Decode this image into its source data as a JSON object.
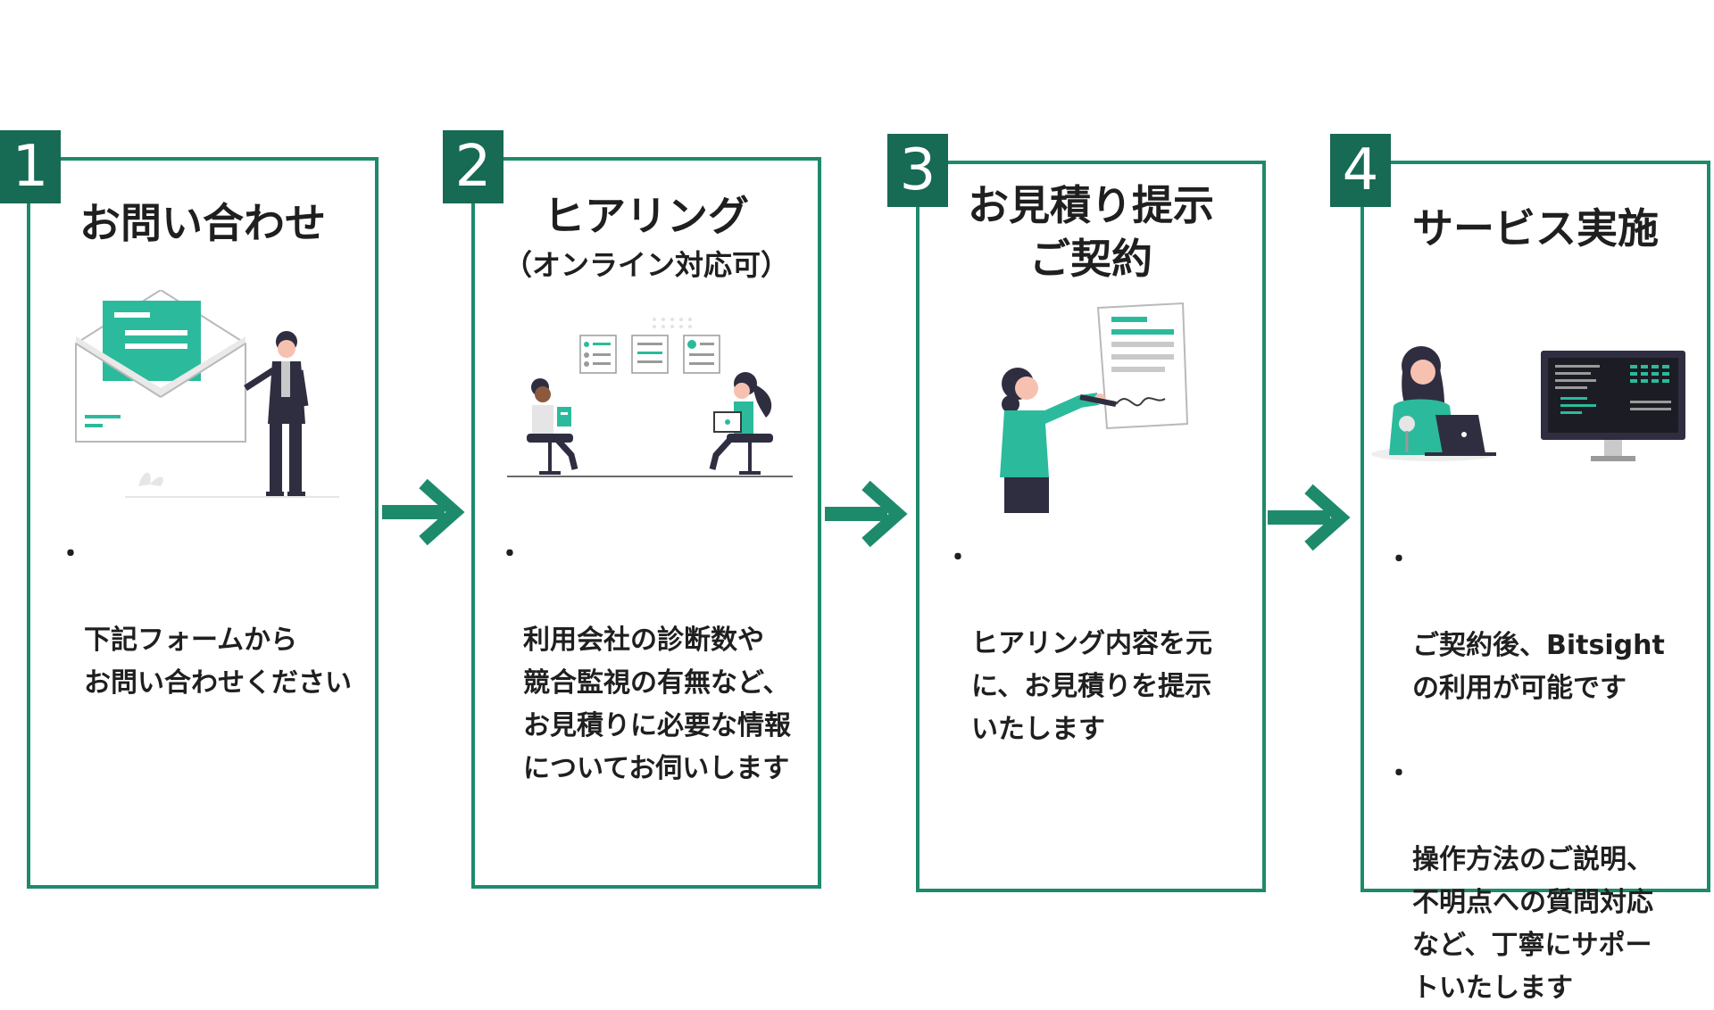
{
  "colors": {
    "accent": "#1e8a6c",
    "accent_dark": "#176a53",
    "teal": "#2bbb9c",
    "skin": "#f7c1b1",
    "dark": "#2f2e41"
  },
  "bullet_mark": "・",
  "steps": [
    {
      "number": "1",
      "title": "お問い合わせ",
      "subtitle": "",
      "illustration": "envelope-person-icon",
      "bullets": [
        "下記フォームから\nお問い合わせください"
      ]
    },
    {
      "number": "2",
      "title": "ヒアリング",
      "subtitle": "（オンライン対応可）",
      "illustration": "meeting-people-icon",
      "bullets": [
        "利用会社の診断数や\n競合監視の有無など、\nお見積りに必要な情報\nについてお伺いします"
      ]
    },
    {
      "number": "3",
      "title": "お見積り提示\nご契約",
      "subtitle": "",
      "illustration": "contract-signing-icon",
      "bullets": [
        "ヒアリング内容を元\nに、お見積りを提示\nいたします"
      ]
    },
    {
      "number": "4",
      "title": "サービス実施",
      "subtitle": "",
      "illustration": "support-operator-icon",
      "bullets": [
        "ご契約後、Bitsight\nの利用が可能です",
        "操作方法のご説明、\n不明点への質問対応\nなど、丁寧にサポー\nトいたします"
      ]
    }
  ]
}
